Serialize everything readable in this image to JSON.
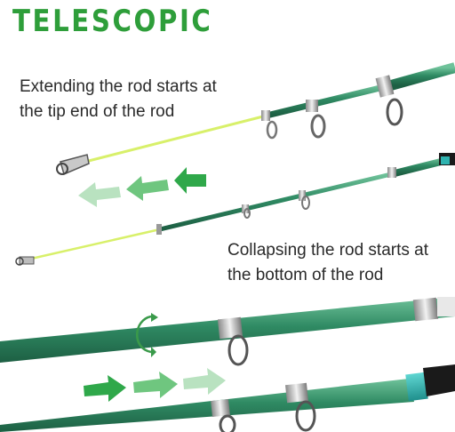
{
  "title": "TELESCOPIC",
  "captions": {
    "extend_line1": "Extending the rod starts at",
    "extend_line2": "the tip end of the rod",
    "collapse_line1": "Collapsing the rod starts at",
    "collapse_line2": "the bottom of the rod"
  },
  "colors": {
    "title_green": "#2e9e3a",
    "rod_green": "#2f8a63",
    "tip_yellow": "#d8f06a",
    "arrow_green": "#2fa84a",
    "grip_black": "#1a1a1a",
    "grip_teal": "#2fb3b0"
  },
  "icons": {
    "rotate": "rotate-arrows-icon",
    "arrow": "right-arrow-icon"
  }
}
